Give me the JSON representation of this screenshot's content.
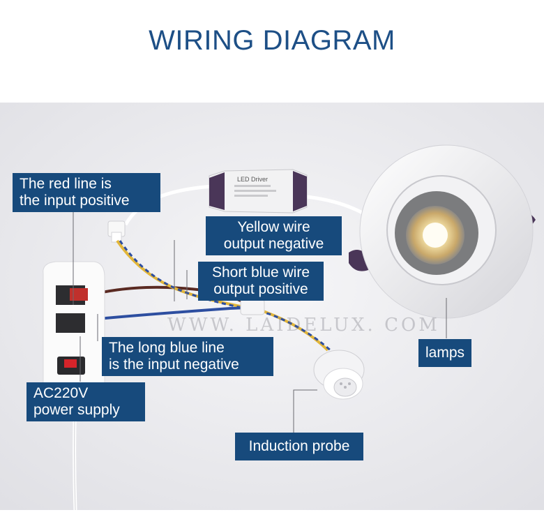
{
  "title": "WIRING DIAGRAM",
  "driver_label": "LED Driver",
  "watermark": "WWW. LAIDELUX. COM",
  "labels": {
    "red_line": [
      "The red line is",
      "the input positive"
    ],
    "yellow_wire": [
      "Yellow wire",
      "output negative"
    ],
    "short_blue": [
      "Short blue wire",
      "output positive"
    ],
    "long_blue": [
      "The long blue line",
      "is the input negative"
    ],
    "ac_power": [
      "AC220V",
      "power supply"
    ],
    "induction": [
      "Induction probe"
    ],
    "lamps": [
      "lamps"
    ]
  },
  "colors": {
    "title": "#1d4f86",
    "label_bg": "#174a7c",
    "red_wire": "#5a2a22",
    "blue_wire": "#2d4ea0",
    "yellow_wire": "#e2b63a"
  }
}
